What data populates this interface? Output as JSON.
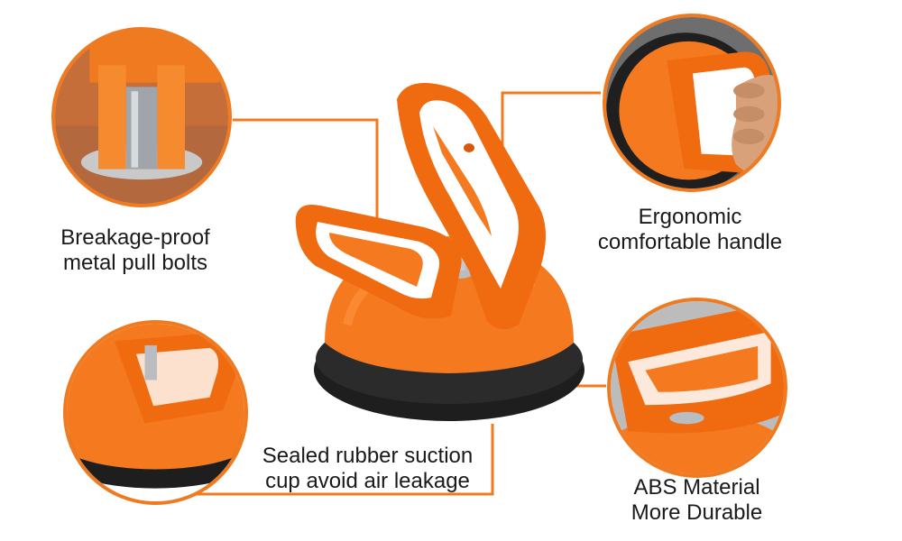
{
  "accent_color": "#f07a1f",
  "product": {
    "name": "suction-cup-dent-puller",
    "colors": {
      "body": "#f4791f",
      "rubber": "#1e1e1e",
      "bolt": "#b9bcc0"
    }
  },
  "callouts": {
    "top_left": {
      "line1": "Breakage-proof",
      "line2": "metal pull bolts"
    },
    "top_right": {
      "line1": "Ergonomic",
      "line2": "comfortable handle"
    },
    "bottom_left": {
      "line1": "Sealed rubber suction",
      "line2": "cup avoid air leakage"
    },
    "bottom_right": {
      "line1": "ABS Material",
      "line2": "More Durable"
    }
  }
}
